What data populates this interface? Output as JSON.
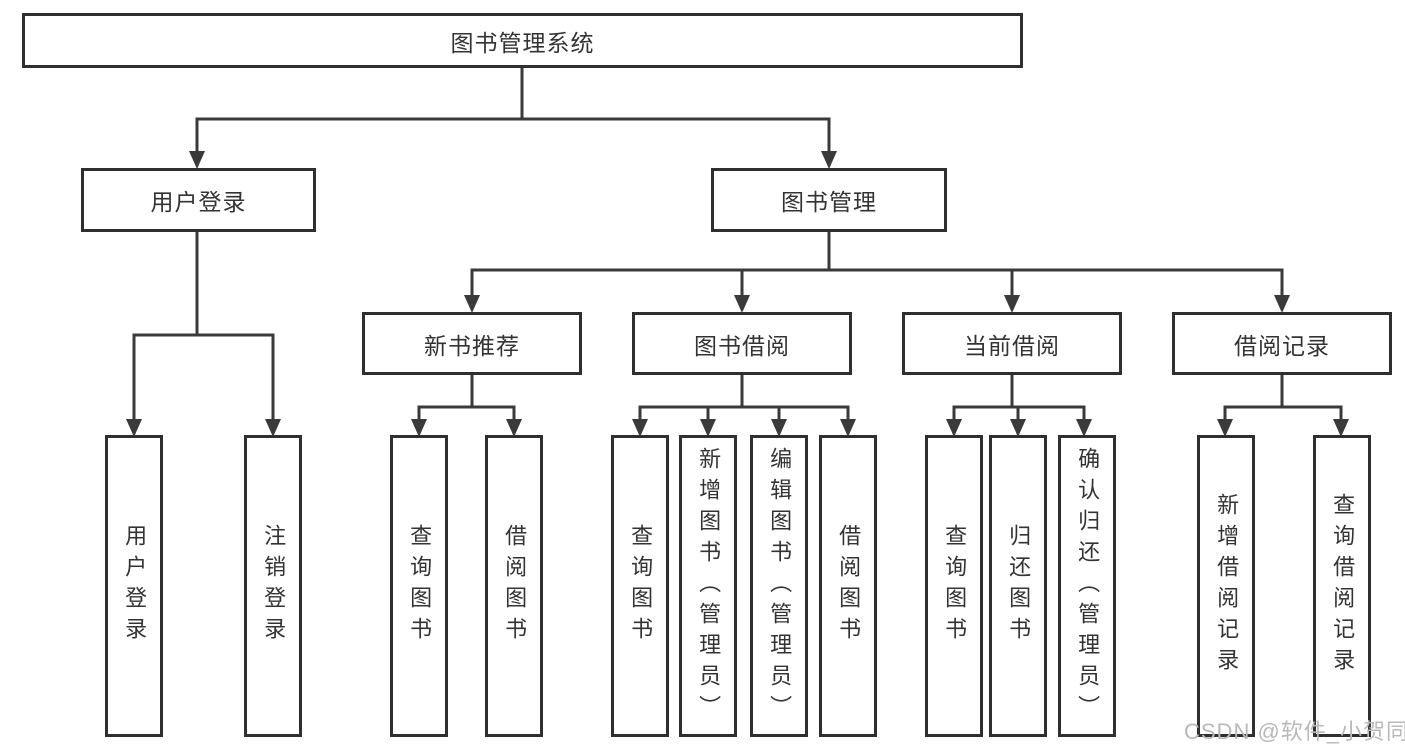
{
  "diagram": {
    "root": {
      "label": "图书管理系统"
    },
    "level2": [
      {
        "label": "用户登录"
      },
      {
        "label": "图书管理"
      }
    ],
    "level3": [
      {
        "label": "新书推荐"
      },
      {
        "label": "图书借阅"
      },
      {
        "label": "当前借阅"
      },
      {
        "label": "借阅记录"
      }
    ],
    "leaves": {
      "user_login": [
        "用户登录",
        "注销登录"
      ],
      "new_book_recommend": [
        "查询图书",
        "借阅图书"
      ],
      "book_borrowing": [
        "查询图书",
        "新增图书（管理员）",
        "编辑图书（管理员）",
        "借阅图书"
      ],
      "current_borrowing": [
        "查询图书",
        "归还图书",
        "确认归还（管理员）"
      ],
      "borrowing_records": [
        "新增借阅记录",
        "查询借阅记录"
      ]
    }
  },
  "watermark": {
    "text": "CSDN @软件_小贺同学"
  },
  "colors": {
    "line": "#3a3a3a",
    "border": "#2f2f2f",
    "text": "#333333",
    "background": "#ffffff",
    "watermark": "#b9b9b9"
  }
}
